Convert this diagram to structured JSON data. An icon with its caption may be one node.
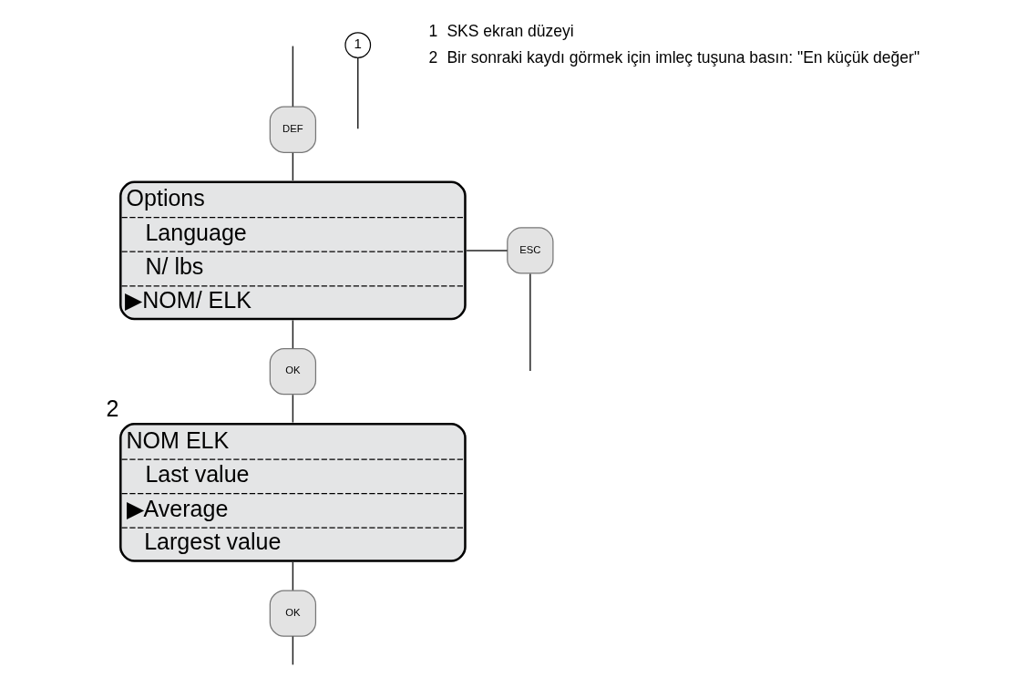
{
  "diagram": {
    "nodes": [
      {
        "text": [
          "DEF"
        ]
      },
      {
        "text": [
          "1"
        ]
      },
      {
        "text": [
          "Options",
          "Language",
          "N/ lbs",
          "▶NOM/ ELK"
        ]
      },
      {
        "text": [
          "ESC"
        ]
      },
      {
        "text": [
          "OK"
        ]
      },
      {
        "text": [
          "NOM ELK",
          "Last value",
          "▶Average",
          "Largest value"
        ],
        "beside": [
          "2"
        ]
      },
      {
        "text": [
          "OK"
        ]
      }
    ],
    "edges": [
      {
        "from": null,
        "to": 0,
        "arrow": "none"
      },
      {
        "from": 1,
        "to": null,
        "arrow": "none"
      },
      {
        "from": 0,
        "to": 2,
        "arrow": "none"
      },
      {
        "from": 2,
        "to": 3,
        "arrow": "none"
      },
      {
        "from": 3,
        "to": null,
        "arrow": "none"
      },
      {
        "from": 2,
        "to": 4,
        "arrow": "none"
      },
      {
        "from": 4,
        "to": 5,
        "arrow": "none"
      },
      {
        "from": 5,
        "to": 6,
        "arrow": "none"
      },
      {
        "from": 6,
        "to": null,
        "arrow": "none"
      }
    ],
    "labels": [
      "1",
      "SKS ekran düzeyi",
      "2",
      "Bir sonraki kaydı görmek için imleç tuşuna basın: \"En küçük değer\""
    ]
  }
}
